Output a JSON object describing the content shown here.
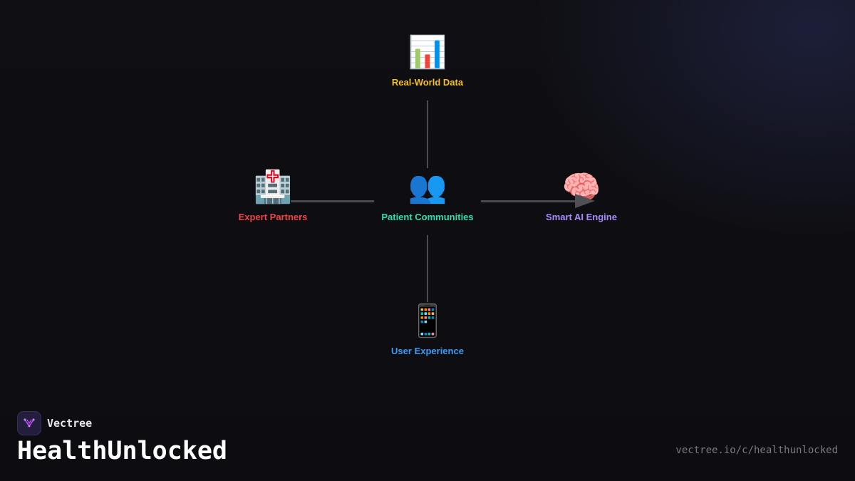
{
  "diagram": {
    "nodes": {
      "top": {
        "icon": "📊",
        "icon_name": "bar-chart-icon",
        "label": "Real-World Data",
        "color": "#f5c024"
      },
      "left": {
        "icon": "🏥",
        "icon_name": "hospital-icon",
        "label": "Expert Partners",
        "color": "#ef4444"
      },
      "center": {
        "icon": "👥",
        "icon_name": "people-icon",
        "label": "Patient Communities",
        "color": "#2ee0b0"
      },
      "right": {
        "icon": "🧠",
        "icon_name": "brain-icon",
        "label": "Smart AI Engine",
        "color": "#a78bfa"
      },
      "bottom": {
        "icon": "📱",
        "icon_name": "mobile-phone-icon",
        "label": "User Experience",
        "color": "#3b9cf6"
      }
    },
    "connector_color": "#4b4b52"
  },
  "footer": {
    "brand_name": "Vectree",
    "brand_icon": "vectree-logo-icon",
    "brand_accent": "#a855f7",
    "title": "HealthUnlocked",
    "url": "vectree.io/c/healthunlocked"
  }
}
